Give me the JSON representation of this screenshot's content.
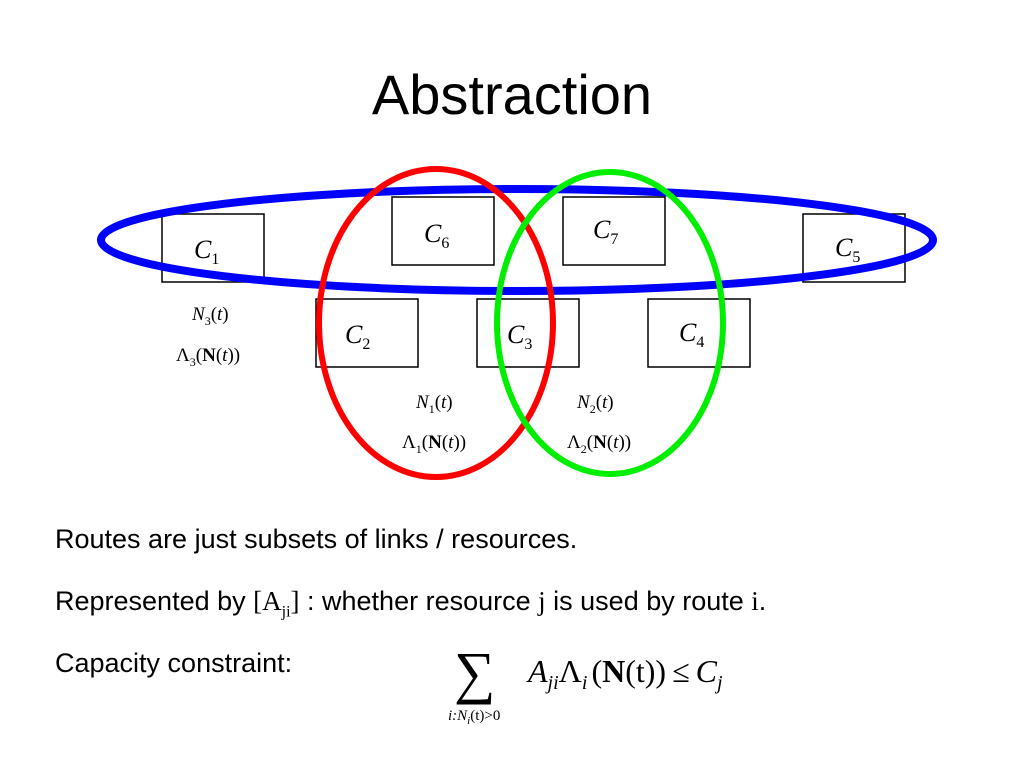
{
  "title": "Abstraction",
  "colors": {
    "blue_route": "#0000ff",
    "red_route": "#ff0000",
    "green_route": "#00ee00"
  },
  "resources": [
    {
      "id": "C1",
      "base": "C",
      "sub": "1"
    },
    {
      "id": "C6",
      "base": "C",
      "sub": "6"
    },
    {
      "id": "C7",
      "base": "C",
      "sub": "7"
    },
    {
      "id": "C5",
      "base": "C",
      "sub": "5"
    },
    {
      "id": "C2",
      "base": "C",
      "sub": "2"
    },
    {
      "id": "C3",
      "base": "C",
      "sub": "3"
    },
    {
      "id": "C4",
      "base": "C",
      "sub": "4"
    }
  ],
  "routes": [
    {
      "id": "route-3",
      "n_label": "N",
      "n_sub": "3",
      "t": "t",
      "lambda": "Λ",
      "lambda_sub": "3",
      "N_bold": "N"
    },
    {
      "id": "route-1",
      "n_label": "N",
      "n_sub": "1",
      "t": "t",
      "lambda": "Λ",
      "lambda_sub": "1",
      "N_bold": "N"
    },
    {
      "id": "route-2",
      "n_label": "N",
      "n_sub": "2",
      "t": "t",
      "lambda": "Λ",
      "lambda_sub": "2",
      "N_bold": "N"
    }
  ],
  "text": {
    "line1": "Routes are just subsets of links / resources.",
    "line2_prefix": "Represented by ",
    "line2_matrix": "[A",
    "line2_matrix_sub": "ji",
    "line2_matrix_close": "]",
    "line2_middle": " : whether resource ",
    "line2_j": "j",
    "line2_after_j": " is used by route ",
    "line2_i": "i",
    "line2_end": ".",
    "line3": "Capacity constraint:"
  },
  "formula": {
    "sum": "∑",
    "under": "i:N",
    "under_sub": "i",
    "under_rest": "(t)>0",
    "A": "A",
    "A_sub": "ji",
    "Lambda": "Λ",
    "Lambda_sub": "i",
    "open": "(",
    "N": "N",
    "t_part": "(t))",
    "leq": "≤",
    "C": "C",
    "C_sub": "j"
  }
}
